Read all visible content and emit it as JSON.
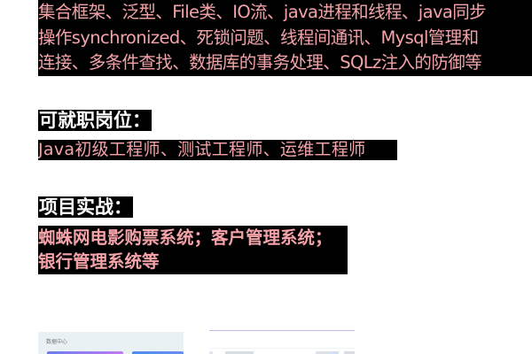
{
  "skills": {
    "lines": [
      "集合框架、泛型、File类、IO流、java进程和线程、java同步",
      "操作synchronized、死锁问题、线程间通讯、Mysql管理和",
      "连接、多条件查找、数据库的事务处理、SQLz注入的防御等"
    ]
  },
  "jobs": {
    "heading": "可就职岗位：",
    "text": "Java初级工程师、测试工程师、运维工程师"
  },
  "projects": {
    "heading": "项目实战：",
    "lines": [
      "蜘蛛网电影购票系统；客户管理系统；",
      "银行管理系统等"
    ]
  },
  "thumbnails": [
    {
      "label": "数据中心"
    },
    {
      "label": ""
    }
  ],
  "colors": {
    "text_highlight": "#f4a3a8",
    "heading_text": "#ffffff",
    "block_background": "#000000"
  }
}
